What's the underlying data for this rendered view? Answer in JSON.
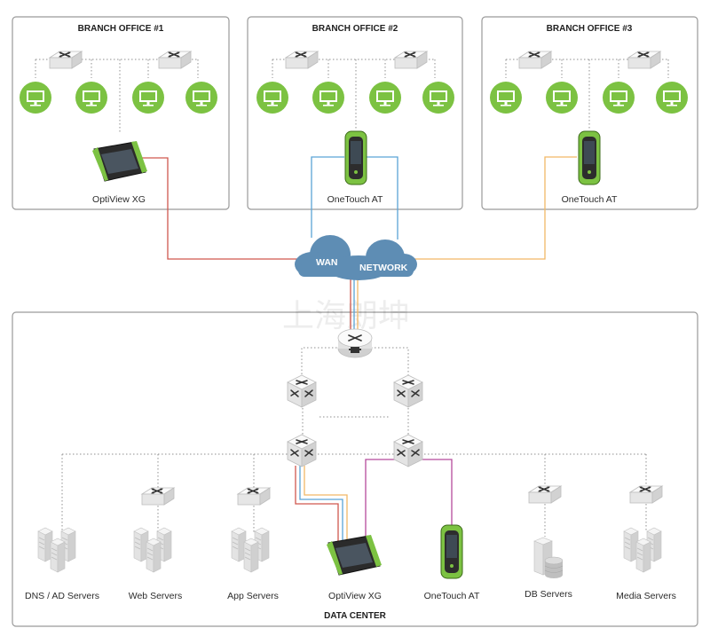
{
  "branches": [
    {
      "title": "BRANCH OFFICE #1",
      "device_label": "OptiView XG"
    },
    {
      "title": "BRANCH OFFICE #2",
      "device_label": "OneTouch AT"
    },
    {
      "title": "BRANCH OFFICE #3",
      "device_label": "OneTouch AT"
    }
  ],
  "cloud": {
    "left_label": "WAN",
    "right_label": "NETWORK"
  },
  "watermark": "上海朗坤",
  "datacenter": {
    "title": "DATA CENTER",
    "labels": {
      "dns": "DNS / AD Servers",
      "web": "Web Servers",
      "app": "App Servers",
      "optiview": "OptiView XG",
      "onetouch": "OneTouch AT",
      "db": "DB Servers",
      "media": "Media Servers"
    }
  },
  "colors": {
    "red": "#d0574e",
    "blue": "#5ba3d6",
    "orange": "#f2b866",
    "purple": "#b54a9c",
    "green": "#7cc242",
    "cloud": "#5e8db4"
  },
  "icons": [
    "switch-icon",
    "monitor-icon",
    "router-icon",
    "server-icon",
    "database-icon",
    "cloud-icon",
    "optiview-tablet-icon",
    "onetouch-handheld-icon"
  ]
}
